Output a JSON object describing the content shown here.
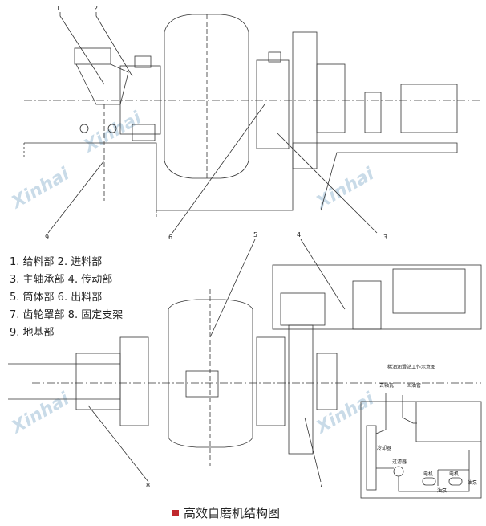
{
  "title": "高效自磨机结构图",
  "accent_color": "#c0282d",
  "callouts": [
    "1",
    "2",
    "3",
    "4",
    "5",
    "6",
    "7",
    "8",
    "9"
  ],
  "legend": [
    "1. 给料部 2. 进料部",
    "3. 主轴承部 4. 传动部",
    "5. 筒体部  6. 出料部",
    "7. 齿轮罩部 8. 固定支架",
    "9. 地基部"
  ],
  "inset": {
    "title": "稀油润滑站工作示意图",
    "labels": [
      "去轴瓦",
      "回油管",
      "冷却器",
      "过滤器",
      "电机",
      "电机",
      "油泵",
      "油泵"
    ]
  },
  "watermark": "Xinhai"
}
